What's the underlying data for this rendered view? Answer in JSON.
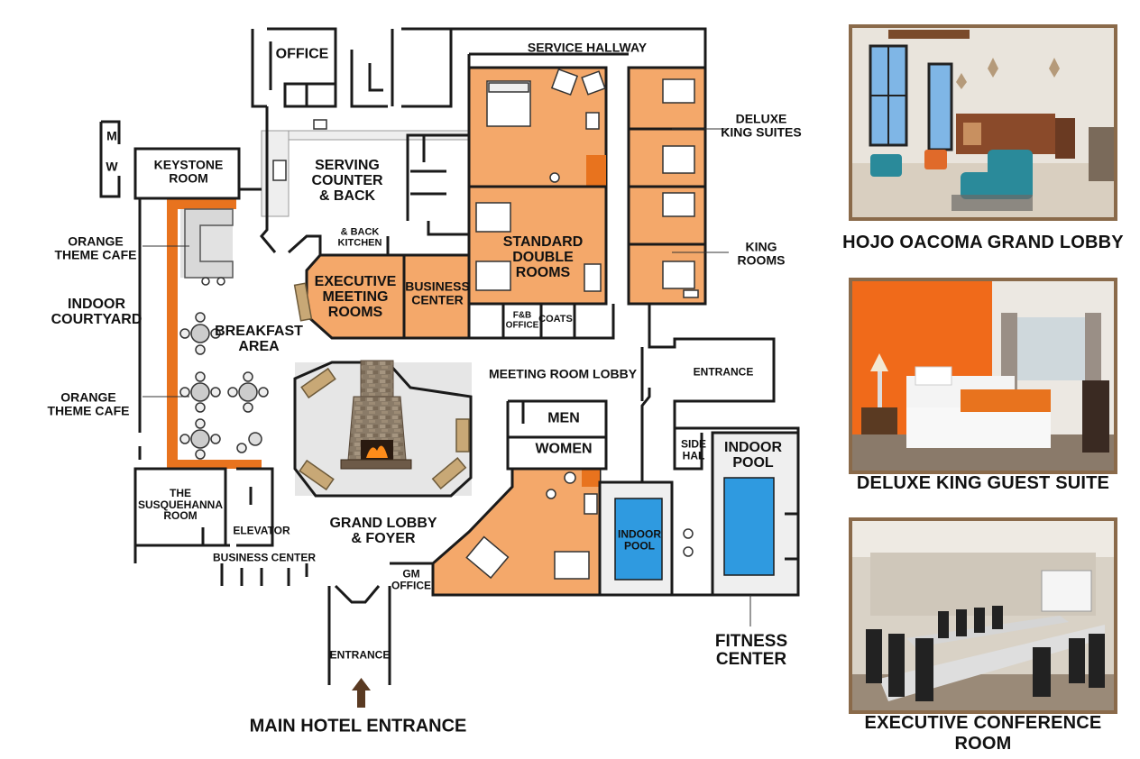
{
  "labels": {
    "office": "OFFICE",
    "service_hallway": "SERVICE HALLWAY",
    "deluxe_king_suites": "DELUXE\nKING SUITES",
    "keystone_room": "KEYSTONE\nROOM",
    "serving_counter": "SERVING\nCOUNTER\n& BACK",
    "back_kitchen": "& BACK\nKITCHEN",
    "standard_double_rooms": "STANDARD\nDOUBLE\nROOMS",
    "king_rooms": "KING\nROOMS",
    "orange_theme_cafe_top": "ORANGE\nTHEME CAFE",
    "executive_meeting_rooms": "EXECUTIVE\nMEETING\nROOMS",
    "business_center_top": "BUSINESS\nCENTER",
    "indoor_courtyard": "INDOOR\nCOURTYARD",
    "fb_office": "F&B\nOFFICE",
    "coats": "COATS",
    "breakfast_area": "BREAKFAST\nAREA",
    "entrance_right": "ENTRANCE",
    "meeting_room_lobby": "MEETING ROOM LOBBY",
    "orange_theme_cafe_bottom": "ORANGE\nTHEME CAFE",
    "men": "MEN",
    "women": "WOMEN",
    "side_hal": "SIDE\nHAL",
    "indoor_pool_right": "INDOOR\nPOOL",
    "susquehanna_room": "THE\nSUSQUEHANNA\nROOM",
    "elevator": "ELEVATOR",
    "grand_lobby": "GRAND LOBBY\n& FOYER",
    "indoor_pool_left": "INDOOR\nPOOL",
    "business_center_bottom": "BUSINESS CENTER",
    "gm_office": "GM\nOFFICE",
    "entrance_main": "ENTRANCE",
    "fitness_center": "FITNESS\nCENTER",
    "main_hotel_entrance": "MAIN HOTEL ENTRANCE",
    "restroom_m": "M",
    "restroom_w": "W"
  },
  "photos": [
    {
      "caption": "HOJO OACOMA GRAND LOBBY"
    },
    {
      "caption": "DELUXE KING GUEST SUITE"
    },
    {
      "caption": "EXECUTIVE CONFERENCE ROOM"
    }
  ],
  "colors": {
    "room_orange": "#f4a86a",
    "accent_orange": "#e8731e",
    "pool_blue": "#2f9ae0",
    "wall": "#1a1a1a",
    "floor_gray": "#e6e6e6",
    "frame_brown": "#8a6a4a"
  }
}
